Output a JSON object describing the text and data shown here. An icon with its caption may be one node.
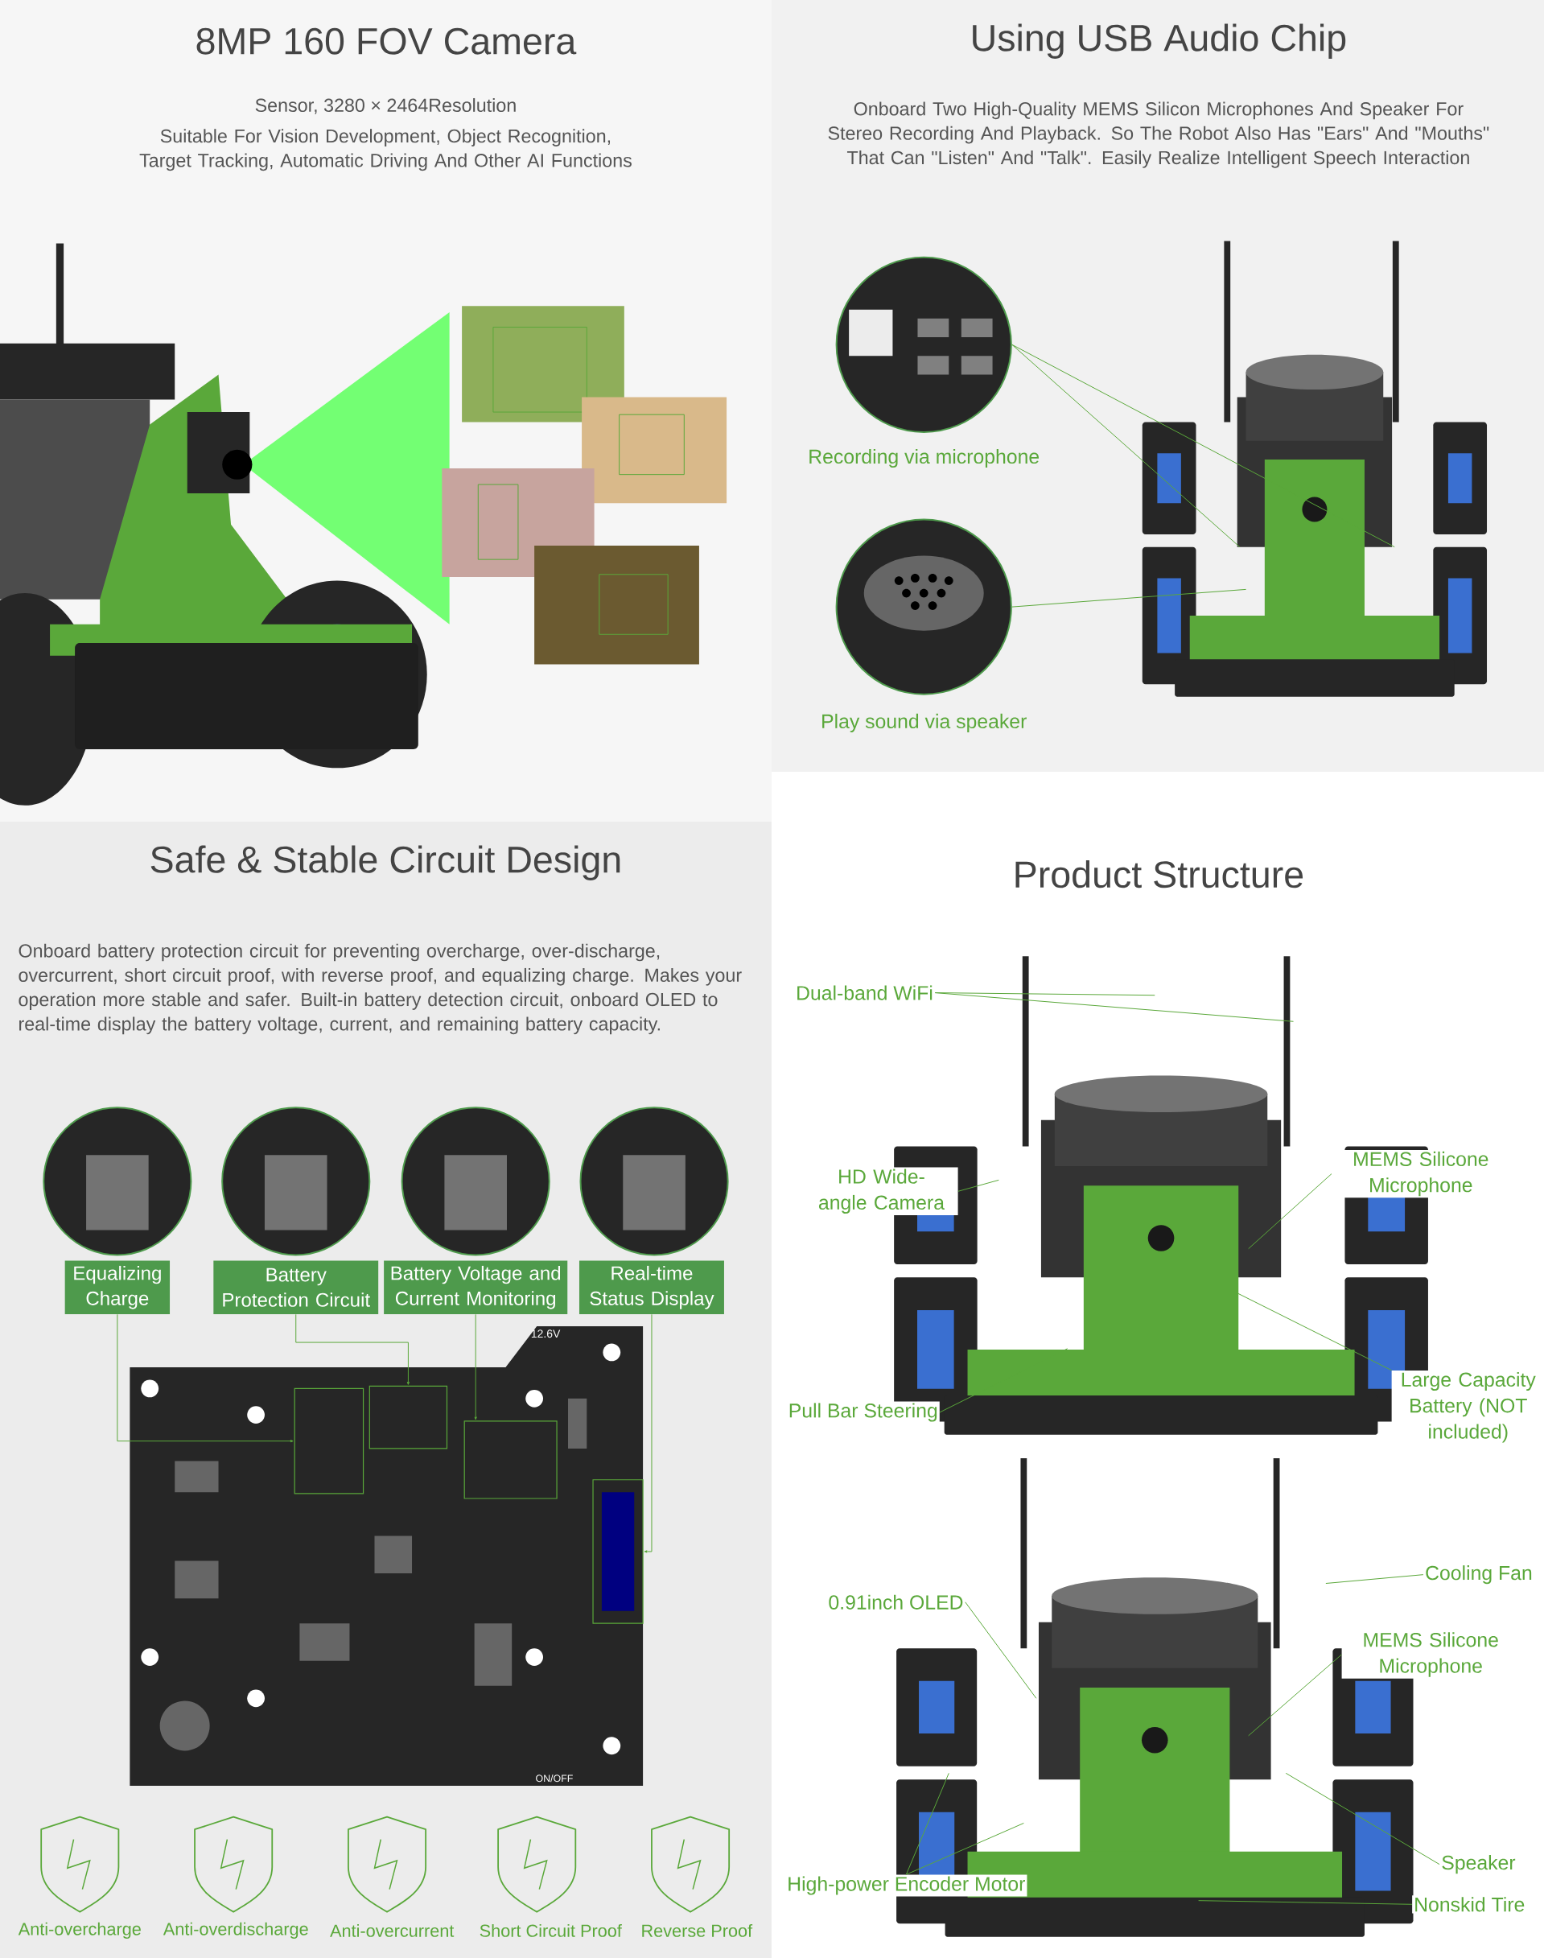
{
  "diagram": {
    "nodes": [
      {
        "text": [],
        "shape": "picture",
        "beside": [
          "Recording via microphone"
        ]
      },
      {
        "text": [],
        "shape": "picture",
        "beside": [
          "Play sound via speaker"
        ]
      },
      {
        "text": [],
        "shape": "picture"
      },
      {
        "text": [
          "Equalizing Charge"
        ]
      },
      {
        "text": [
          "Battery Protection Circuit"
        ]
      },
      {
        "text": [
          "Battery Voltage and Current Monitoring"
        ]
      },
      {
        "text": [
          "Real-time Status Display"
        ]
      },
      {
        "text": [],
        "shape": "picture"
      },
      {
        "text": [],
        "shape": "box",
        "in": 7
      },
      {
        "text": [],
        "shape": "box",
        "in": 7
      },
      {
        "text": [],
        "shape": "box",
        "in": 7
      },
      {
        "text": [],
        "shape": "box",
        "in": 7
      },
      {
        "text": [
          "Dual-band WiFi"
        ]
      },
      {
        "text": [
          "HD Wide-angle Camera"
        ]
      },
      {
        "text": [
          "MEMS Silicone Microphone"
        ]
      },
      {
        "text": [
          "Large Capacity Battery (NOT included)"
        ]
      },
      {
        "text": [
          "Pull Bar Steering"
        ]
      },
      {
        "text": [
          "Cooling Fan"
        ]
      },
      {
        "text": [
          "0.91inch OLED"
        ]
      },
      {
        "text": [
          "MEMS Silicone Microphone"
        ]
      },
      {
        "text": [
          "High-power Encoder Motor"
        ]
      },
      {
        "text": [
          "Speaker"
        ]
      },
      {
        "text": [
          "Nonskid Tire"
        ]
      },
      {
        "text": [],
        "shape": "picture"
      },
      {
        "text": [],
        "shape": "picture"
      },
      {
        "text": [],
        "shape": "picture"
      },
      {
        "text": [],
        "shape": "picture"
      }
    ],
    "edges": [
      {
        "from": 0,
        "to": 2,
        "arrow": "none"
      },
      {
        "from": 0,
        "to": 2,
        "arrow": "none"
      },
      {
        "from": 1,
        "to": 2,
        "arrow": "none"
      },
      {
        "from": 3,
        "to": 8,
        "arrow": "to"
      },
      {
        "from": 4,
        "to": 9,
        "arrow": "to"
      },
      {
        "from": 5,
        "to": 10,
        "arrow": "to"
      },
      {
        "from": 6,
        "to": 11,
        "arrow": "to"
      },
      {
        "from": 12,
        "to": null,
        "arrow": "none"
      },
      {
        "from": 12,
        "to": null,
        "arrow": "none"
      },
      {
        "from": 13,
        "to": null,
        "arrow": "none"
      },
      {
        "from": 14,
        "to": null,
        "arrow": "none"
      },
      {
        "from": 15,
        "to": null,
        "arrow": "none"
      },
      {
        "from": 16,
        "to": null,
        "arrow": "none"
      },
      {
        "from": 17,
        "to": null,
        "arrow": "none"
      },
      {
        "from": 18,
        "to": null,
        "arrow": "none"
      },
      {
        "from": 19,
        "to": null,
        "arrow": "none"
      },
      {
        "from": 20,
        "to": null,
        "arrow": "none"
      },
      {
        "from": 20,
        "to": null,
        "arrow": "none"
      },
      {
        "from": 21,
        "to": null,
        "arrow": "none"
      },
      {
        "from": 22,
        "to": null,
        "arrow": "none"
      }
    ],
    "labels": [
      "8MP 160 FOV Camera",
      "Sensor, 3280 × 2464Resolution",
      "Suitable For Vision Development, Object Recognition, Target Tracking, Automatic Driving And Other AI Functions",
      "Using USB Audio Chip",
      "Onboard Two High-Quality MEMS Silicon Microphones And Speaker For Stereo Recording And Playback. So The Robot Also Has \"Ears\" And \"Mouths\" That Can \"Listen\" And \"Talk\". Easily Realize Intelligent Speech Interaction",
      "Safe & Stable Circuit Design",
      "Onboard battery protection circuit for preventing overcharge, over-discharge, overcurrent, short circuit proof, with reverse proof, and equalizing charge. Makes your operation more stable and safer. Built-in battery detection circuit, onboard OLED to real-time display the battery voltage, current, and remaining battery capacity.",
      "12.6V",
      "ON/OFF",
      "Anti-overcharge",
      "Anti-overdischarge",
      "Anti-overcurrent",
      "Short Circuit Proof",
      "Reverse Proof",
      "Product Structure"
    ]
  }
}
